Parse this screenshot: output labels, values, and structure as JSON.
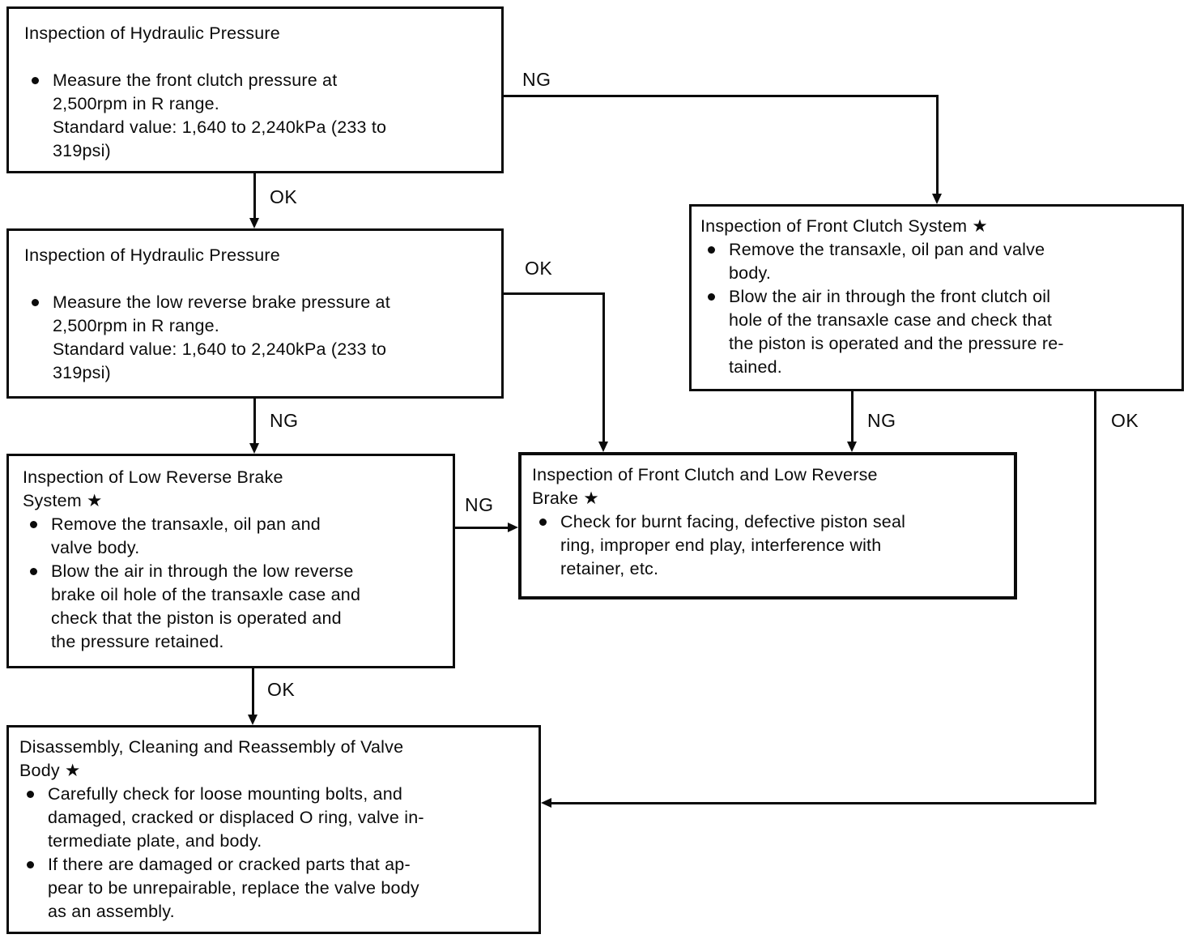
{
  "diagram": {
    "type": "flowchart",
    "ink_color": "#0b0b0b",
    "paper_color": "#ffffff",
    "boxes": [
      {
        "id": "hydraulic-pressure-front-clutch",
        "title_lines": [
          "Inspection of Hydraulic Pressure"
        ],
        "bullets": [
          [
            "Measure the front clutch pressure at",
            "2,500rpm in R range.",
            "Standard value: 1,640 to 2,240kPa (233 to",
            "319psi)"
          ]
        ]
      },
      {
        "id": "hydraulic-pressure-low-reverse-brake",
        "title_lines": [
          "Inspection of Hydraulic Pressure"
        ],
        "bullets": [
          [
            "Measure the low reverse brake pressure at",
            "2,500rpm in R range.",
            "Standard value: 1,640 to 2,240kPa (233 to",
            "319psi)"
          ]
        ]
      },
      {
        "id": "low-reverse-brake-system",
        "title_lines": [
          "Inspection of Low Reverse Brake",
          "System ★"
        ],
        "bullets": [
          [
            "Remove the transaxle, oil pan and",
            "valve body."
          ],
          [
            "Blow the air in through the low reverse",
            "brake oil hole of the transaxle case and",
            "check that the piston is operated and",
            "the pressure retained."
          ]
        ]
      },
      {
        "id": "front-clutch-system",
        "title_lines": [
          "Inspection of Front Clutch System ★"
        ],
        "bullets": [
          [
            "Remove the transaxle, oil pan and valve",
            "body."
          ],
          [
            "Blow the air in through the front clutch oil",
            "hole of the transaxle case and check that",
            "the piston is operated and the pressure re-",
            "tained."
          ]
        ]
      },
      {
        "id": "front-clutch-and-low-reverse-brake",
        "title_lines": [
          "Inspection of Front Clutch and Low Reverse",
          "Brake ★"
        ],
        "bullets": [
          [
            "Check for burnt facing, defective piston seal",
            "ring, improper end play, interference with",
            "retainer, etc."
          ]
        ]
      },
      {
        "id": "valve-body",
        "title_lines": [
          "Disassembly, Cleaning and Reassembly of Valve",
          "Body ★"
        ],
        "bullets": [
          [
            "Carefully check for loose mounting bolts, and",
            "damaged, cracked or displaced O ring, valve in-",
            "termediate plate, and body."
          ],
          [
            "If there are damaged or cracked parts that ap-",
            "pear to be unrepairable, replace the valve body",
            "as an assembly."
          ]
        ]
      }
    ],
    "connectors": [
      {
        "label": "OK",
        "from": "hydraulic-pressure-front-clutch",
        "to": "hydraulic-pressure-low-reverse-brake"
      },
      {
        "label": "NG",
        "from": "hydraulic-pressure-front-clutch",
        "to": "front-clutch-system"
      },
      {
        "label": "OK",
        "from": "hydraulic-pressure-low-reverse-brake",
        "to": "front-clutch-and-low-reverse-brake"
      },
      {
        "label": "NG",
        "from": "hydraulic-pressure-low-reverse-brake",
        "to": "low-reverse-brake-system"
      },
      {
        "label": "NG",
        "from": "low-reverse-brake-system",
        "to": "front-clutch-and-low-reverse-brake"
      },
      {
        "label": "OK",
        "from": "low-reverse-brake-system",
        "to": "valve-body"
      },
      {
        "label": "NG",
        "from": "front-clutch-system",
        "to": "front-clutch-and-low-reverse-brake"
      },
      {
        "label": "OK",
        "from": "front-clutch-system",
        "to": "valve-body"
      }
    ]
  }
}
